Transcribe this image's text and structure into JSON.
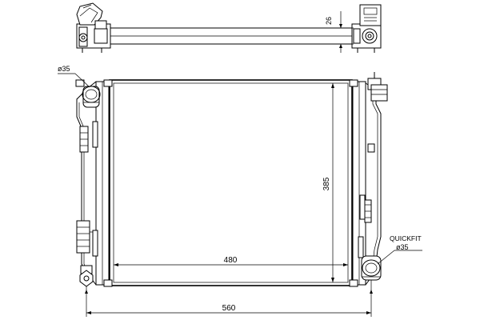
{
  "drawing": {
    "dimensions": {
      "top_thickness": "26",
      "core_height": "385",
      "core_width": "480",
      "overall_width": "560"
    },
    "callouts": {
      "left_port": "ø35",
      "right_port_line1": "QUICKFIT",
      "right_port_line2": "ø35"
    },
    "colors": {
      "ink": "#000000",
      "paper": "#ffffff"
    }
  }
}
